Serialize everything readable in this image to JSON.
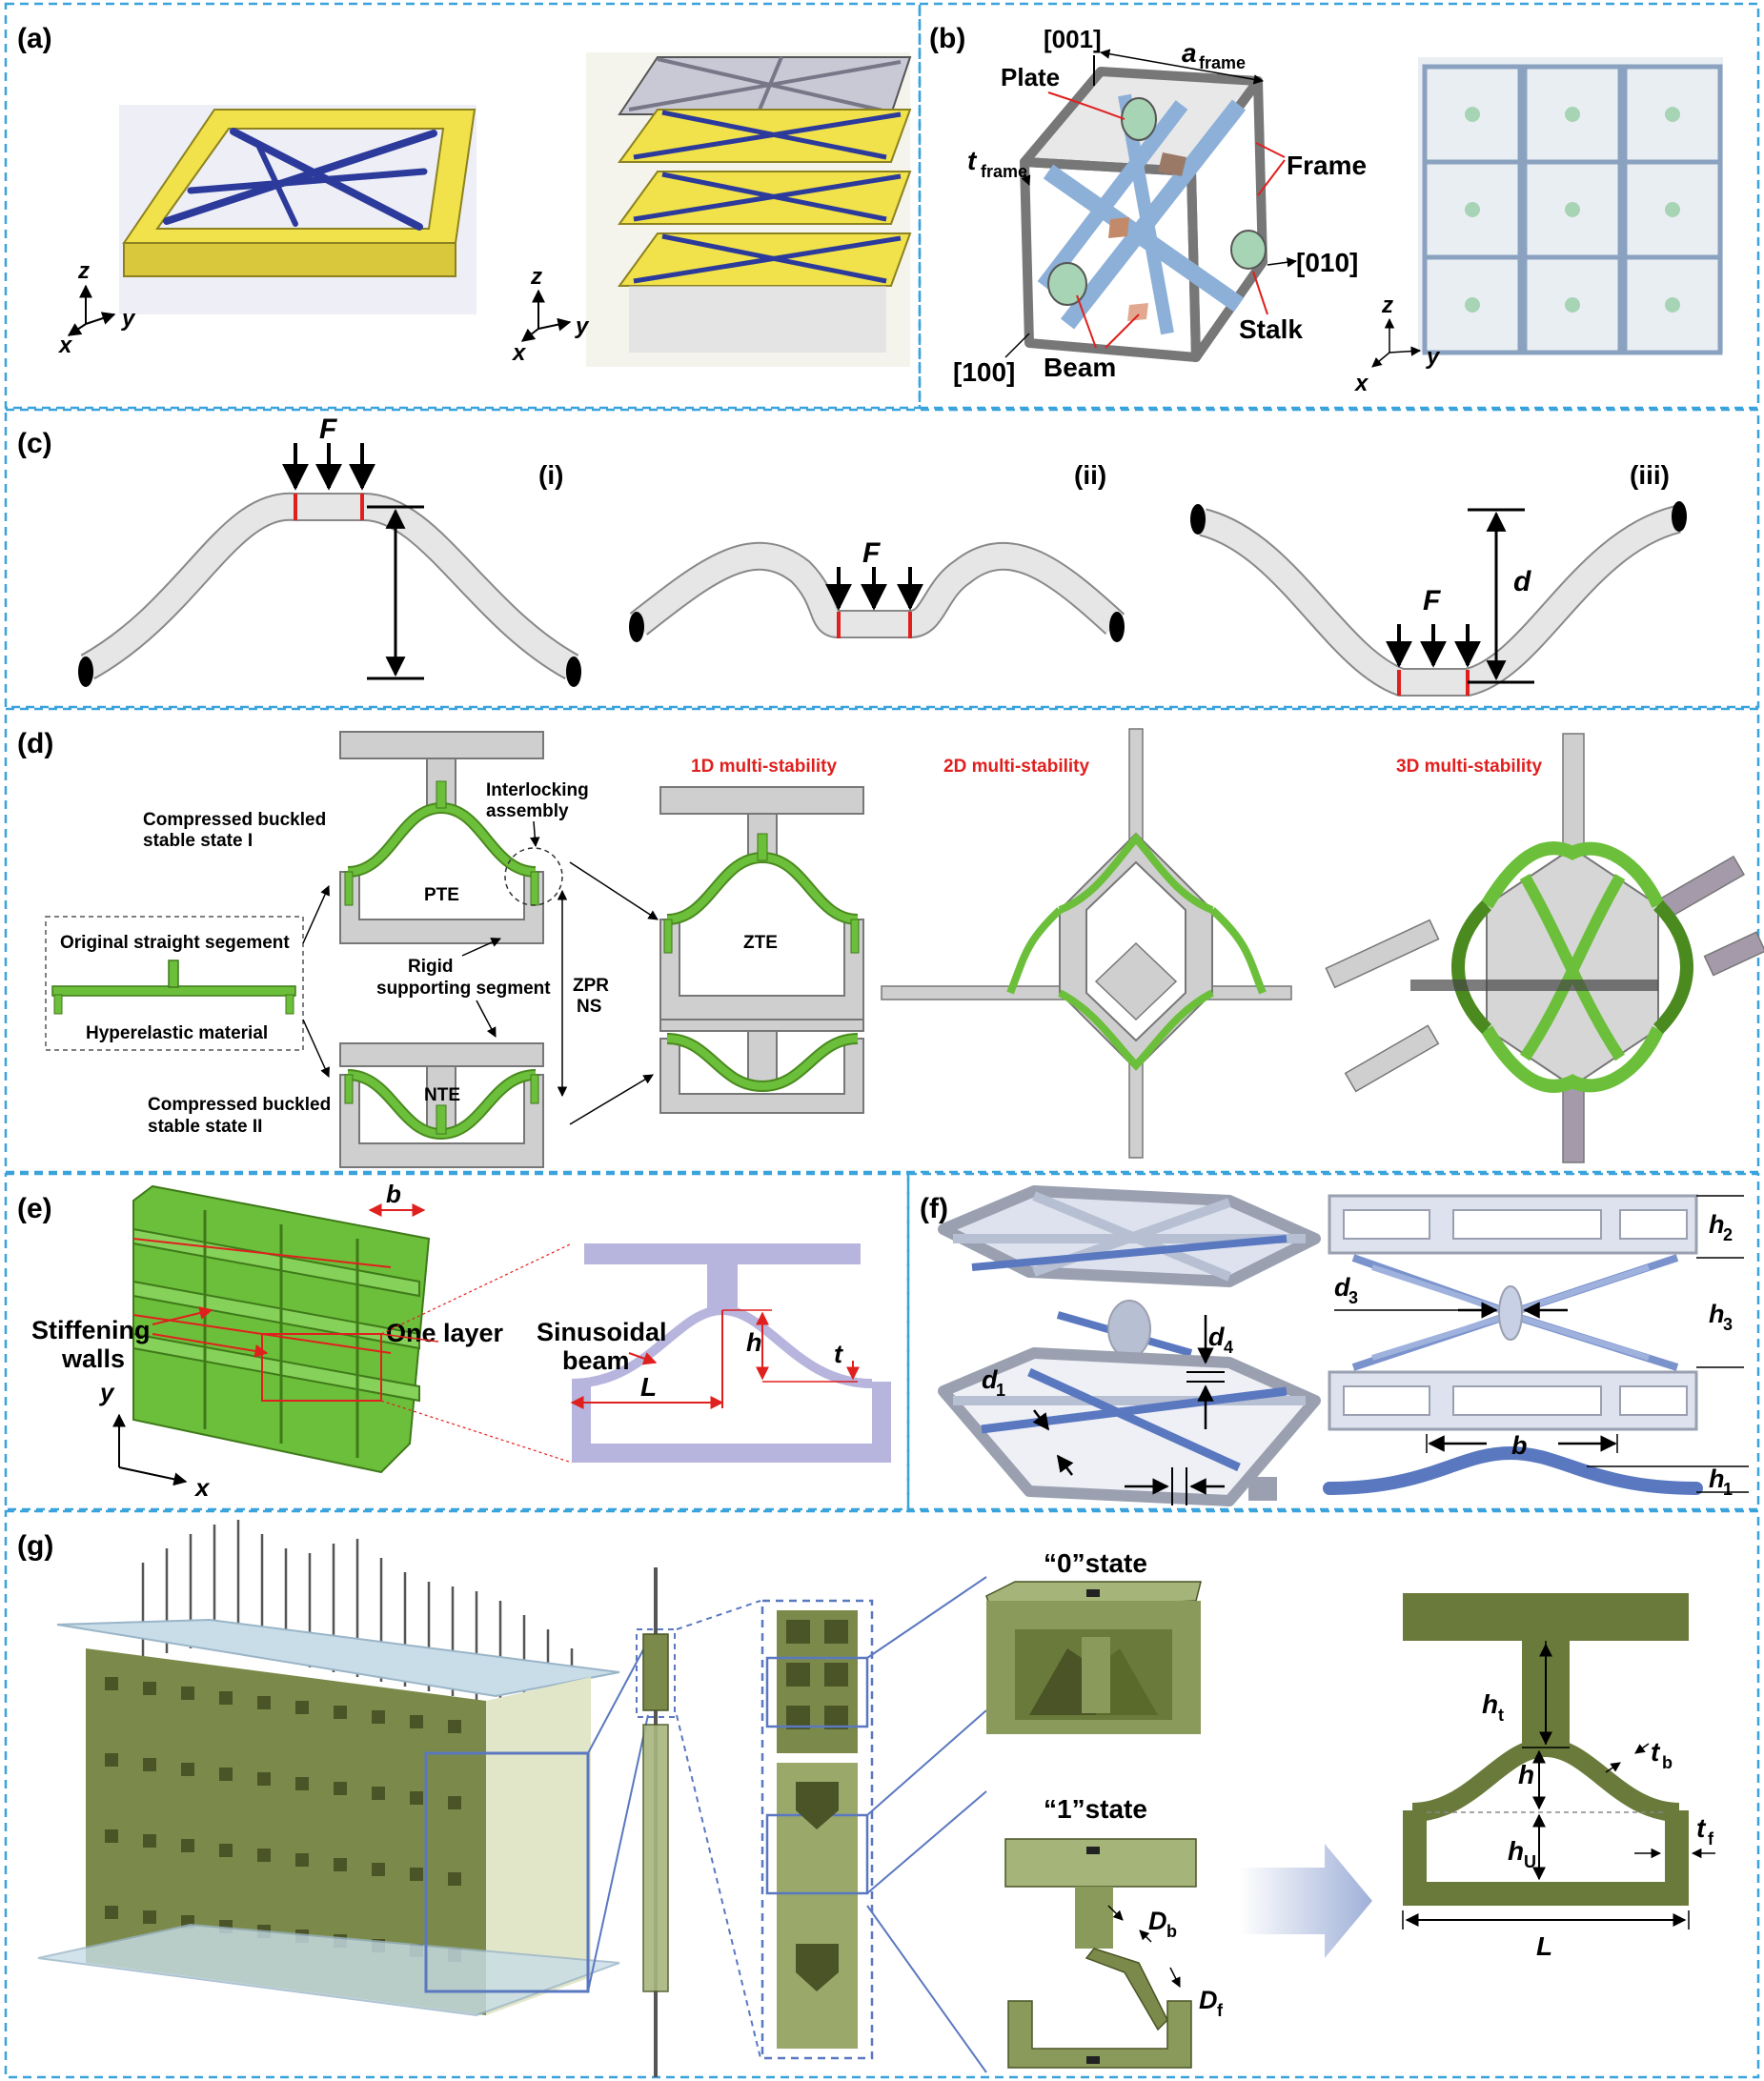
{
  "accent": {
    "border": "#3aa3dc",
    "red": "#e0201e",
    "green": "#6cbf3a",
    "darkgreen": "#4a8a1f",
    "gray": "#c8c8c8",
    "yellow": "#f1e14a",
    "navy": "#2b3a9b",
    "lavender": "#b7b5dd",
    "olive": "#7b8a4a"
  },
  "a": {
    "label": "(a)",
    "axes": [
      "z",
      "y",
      "x"
    ]
  },
  "b": {
    "label": "(b)",
    "dir001": "[001]",
    "dir010": "[010]",
    "dir100": "[100]",
    "plate": "Plate",
    "frame": "Frame",
    "stalk": "Stalk",
    "beam": "Beam",
    "aframe_main": "a",
    "aframe_sub": "frame",
    "tframe_main": "t",
    "tframe_sub": "frame",
    "axes": [
      "z",
      "y",
      "x"
    ]
  },
  "c": {
    "label": "(c)",
    "sub1": "(i)",
    "sub2": "(ii)",
    "sub3": "(iii)",
    "force": "F",
    "dist": "d"
  },
  "d": {
    "label": "(d)",
    "title1d": "1D multi-stability",
    "title2d": "2D multi-stability",
    "title3d": "3D multi-stability",
    "state1_line1": "Compressed buckled",
    "state1_line2": "stable state I",
    "interlock_line1": "Interlocking",
    "interlock_line2": "assembly",
    "pte": "PTE",
    "rigid_line1": "Rigid",
    "rigid_line2": "supporting segment",
    "zpr_line1": "ZPR",
    "zpr_line2": "NS",
    "original": "Original straight segement",
    "hyper": "Hyperelastic material",
    "nte": "NTE",
    "state2_line1": "Compressed buckled",
    "state2_line2": "stable state II",
    "zte": "ZTE"
  },
  "e": {
    "label": "(e)",
    "stiff_line1": "Stiffening",
    "stiff_line2": "walls",
    "one_layer": "One layer",
    "b": "b",
    "sin_line1": "Sinusoidal",
    "sin_line2": "beam",
    "h": "h",
    "t": "t",
    "L": "L",
    "axes": [
      "y",
      "x"
    ]
  },
  "f": {
    "label": "(f)",
    "d1": "d",
    "d1s": "1",
    "d3": "d",
    "d3s": "3",
    "d4": "d",
    "d4s": "4",
    "h1": "h",
    "h1s": "1",
    "h2": "h",
    "h2s": "2",
    "h3": "h",
    "h3s": "3",
    "b": "b"
  },
  "g": {
    "label": "(g)",
    "state0": "“0”state",
    "state1": "“1”state",
    "Db": "D",
    "Dbs": "b",
    "Df": "D",
    "Dfs": "f",
    "ht": "h",
    "hts": "t",
    "h": "h",
    "hU": "h",
    "hUs": "U",
    "tb": "t",
    "tbs": "b",
    "tf": "t",
    "tfs": "f",
    "L": "L"
  }
}
